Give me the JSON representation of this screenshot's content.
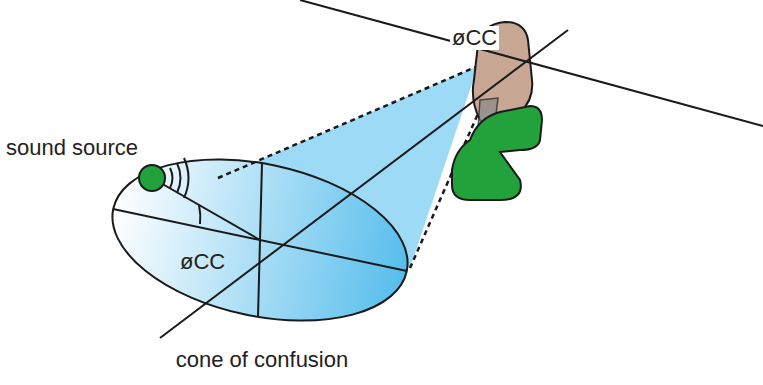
{
  "diagram": {
    "labels": [
      "sound source",
      "øCC",
      "øCC",
      "cone of confusion"
    ]
  }
}
